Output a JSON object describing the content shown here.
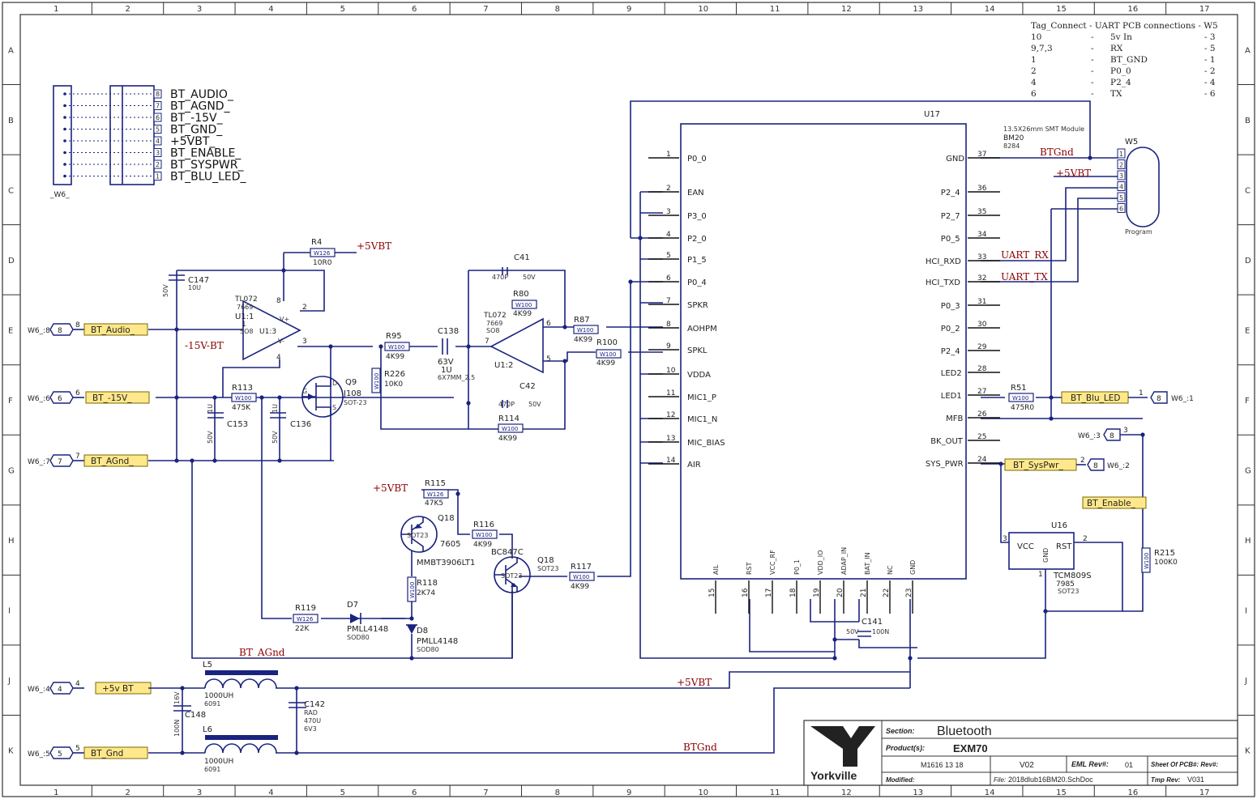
{
  "border": {
    "columns": [
      "1",
      "2",
      "3",
      "4",
      "5",
      "6",
      "7",
      "8",
      "9",
      "10",
      "11",
      "12",
      "13",
      "14",
      "15",
      "16",
      "17"
    ],
    "rows": [
      "A",
      "B",
      "C",
      "D",
      "E",
      "F",
      "G",
      "H",
      "I",
      "J",
      "K"
    ]
  },
  "tag_connect": {
    "title": "Tag_Connect - UART PCB connections - W5",
    "rows": [
      {
        "a": "10",
        "b": "-",
        "c": "5v In",
        "d": "- 3"
      },
      {
        "a": "9,7,3",
        "b": "-",
        "c": "RX",
        "d": "- 5"
      },
      {
        "a": "1",
        "b": "-",
        "c": "BT_GND",
        "d": "- 1"
      },
      {
        "a": "2",
        "b": "-",
        "c": "P0_0",
        "d": "- 2"
      },
      {
        "a": "4",
        "b": "-",
        "c": "P2_4",
        "d": "- 4"
      },
      {
        "a": "6",
        "b": "-",
        "c": "TX",
        "d": "- 6"
      }
    ]
  },
  "header_w6": {
    "designator": "_W6_",
    "pins": [
      "8",
      "7",
      "6",
      "5",
      "4",
      "3",
      "2",
      "1"
    ],
    "nets": [
      "BT_AUDIO_",
      "BT_AGND_",
      "BT_-15V_",
      "BT_GND_",
      "+5VBT_",
      "BT_ENABLE_",
      "BT_SYSPWR_",
      "BT_BLU_LED_"
    ]
  },
  "ports": [
    {
      "ref": "W6_:8",
      "pin": "8",
      "net": "BT_Audio_"
    },
    {
      "ref": "W6_:6",
      "pin": "6",
      "net": "BT_-15V_"
    },
    {
      "ref": "W6_:7",
      "pin": "7",
      "net": "BT_AGnd_"
    },
    {
      "ref": "W6_:4",
      "pin": "4",
      "net": "+5v BT"
    },
    {
      "ref": "W6_:5",
      "pin": "5",
      "net": "BT_Gnd"
    }
  ],
  "right_ports": [
    {
      "net": "BT_Blu_LED",
      "pin": "1",
      "ref": "W6_:1"
    },
    {
      "net": "BT_SysPwr_",
      "pin": "2",
      "ref": "W6_:2"
    },
    {
      "net": "",
      "pin": "3",
      "ref": "W6_:3"
    },
    {
      "net": "BT_Enable_",
      "pin": "",
      "ref": ""
    }
  ],
  "net_labels": {
    "p5vbt": "+5VBT",
    "m15vbt": "-15V-BT",
    "btgnd": "BTGnd",
    "uart_rx": "UART_RX",
    "uart_tx": "UART_TX",
    "btagnd": "BT_AGnd",
    "btgnd_low": "BTGnd",
    "p5vbt_low": "+5VBT"
  },
  "u17": {
    "ref": "U17",
    "module_desc": "13.5X26mm SMT Module",
    "module_name": "BM20",
    "module_num": "8284",
    "left_pins": [
      {
        "n": "1",
        "name": "P0_0"
      },
      {
        "n": "2",
        "name": "EAN"
      },
      {
        "n": "3",
        "name": "P3_0"
      },
      {
        "n": "4",
        "name": "P2_0"
      },
      {
        "n": "5",
        "name": "P1_5"
      },
      {
        "n": "6",
        "name": "P0_4"
      },
      {
        "n": "7",
        "name": "SPKR"
      },
      {
        "n": "8",
        "name": "AOHPM"
      },
      {
        "n": "9",
        "name": "SPKL"
      },
      {
        "n": "10",
        "name": "VDDA"
      },
      {
        "n": "11",
        "name": "MIC1_P"
      },
      {
        "n": "12",
        "name": "MIC1_N"
      },
      {
        "n": "13",
        "name": "MIC_BIAS"
      },
      {
        "n": "14",
        "name": "AIR"
      }
    ],
    "right_pins": [
      {
        "n": "37",
        "name": "GND"
      },
      {
        "n": "36",
        "name": "P2_4"
      },
      {
        "n": "35",
        "name": "P2_7"
      },
      {
        "n": "34",
        "name": "P0_5"
      },
      {
        "n": "33",
        "name": "HCI_RXD"
      },
      {
        "n": "32",
        "name": "HCI_TXD"
      },
      {
        "n": "31",
        "name": "P0_3"
      },
      {
        "n": "30",
        "name": "P0_2"
      },
      {
        "n": "29",
        "name": "P2_4"
      },
      {
        "n": "28",
        "name": "LED2"
      },
      {
        "n": "27",
        "name": "LED1"
      },
      {
        "n": "26",
        "name": "MFB"
      },
      {
        "n": "25",
        "name": "BK_OUT"
      },
      {
        "n": "24",
        "name": "SYS_PWR"
      }
    ],
    "bottom_pins": [
      {
        "n": "15",
        "name": "AIL"
      },
      {
        "n": "16",
        "name": "RST"
      },
      {
        "n": "17",
        "name": "VCC_RF"
      },
      {
        "n": "18",
        "name": "P0_1"
      },
      {
        "n": "19",
        "name": "VDD_IO"
      },
      {
        "n": "20",
        "name": "ADAP_IN"
      },
      {
        "n": "21",
        "name": "BAT_IN"
      },
      {
        "n": "22",
        "name": "NC"
      },
      {
        "n": "23",
        "name": "GND"
      }
    ]
  },
  "w5": {
    "ref": "W5",
    "pins": [
      "1",
      "2",
      "3",
      "4",
      "5",
      "6"
    ],
    "name": "Program"
  },
  "components": {
    "r4": {
      "ref": "R4",
      "val": "10R0",
      "pkg": "W126"
    },
    "c147": {
      "ref": "C147",
      "v": "50V",
      "val": "10U"
    },
    "u1a": {
      "ref": "U1:1",
      "part": "TL072",
      "num": "7669",
      "label": "U1:3",
      "vp": "V+",
      "vm": "V-",
      "p1": "1",
      "p2": "2",
      "p3": "3",
      "p4": "4",
      "p8": "8",
      "sub": "SO8"
    },
    "r95": {
      "ref": "R95",
      "val": "4K99",
      "pkg": "W100"
    },
    "r226": {
      "ref": "R226",
      "val": "10K0",
      "pkg": "W100"
    },
    "c138": {
      "ref": "C138",
      "v": "63V",
      "val": "1U",
      "sub": "6X7MM_2.5"
    },
    "c41": {
      "ref": "C41",
      "val": "470P",
      "v": "50V"
    },
    "r80": {
      "ref": "R80",
      "val": "4K99",
      "pkg": "W100"
    },
    "u1b": {
      "ref": "U1:2",
      "part": "TL072",
      "num": "7669",
      "sub": "SO8",
      "p5": "5",
      "p6": "6",
      "p7": "7"
    },
    "r87": {
      "ref": "R87",
      "val": "4K99",
      "pkg": "W100"
    },
    "r100": {
      "ref": "R100",
      "val": "4K99",
      "pkg": "W100"
    },
    "c42": {
      "ref": "C42",
      "val": "470P",
      "v": "50V"
    },
    "r114": {
      "ref": "R114",
      "val": "4K99",
      "pkg": "W100"
    },
    "r113": {
      "ref": "R113",
      "val": "475K",
      "pkg": "W100"
    },
    "c153": {
      "ref": "C153",
      "v": "50V",
      "val": "1U"
    },
    "c136": {
      "ref": "C136",
      "v": "50V",
      "val": "1U"
    },
    "q9": {
      "ref": "Q9",
      "part": "J108",
      "pkg": "SOT-23",
      "d": "D",
      "g": "G",
      "s": "S"
    },
    "r115": {
      "ref": "R115",
      "val": "47K5",
      "pkg": "W126"
    },
    "q18a": {
      "ref": "Q18",
      "num": "7605",
      "part": "MMBT3906LT1",
      "pkg": "SOT23"
    },
    "r116": {
      "ref": "R116",
      "val": "4K99",
      "pkg": "W100"
    },
    "q18b": {
      "ref": "Q18",
      "part": "BC847C",
      "pkg": "SOT23"
    },
    "r117": {
      "ref": "R117",
      "val": "4K99",
      "pkg": "W100"
    },
    "r118": {
      "ref": "R118",
      "val": "2K74",
      "pkg": "W100"
    },
    "r119": {
      "ref": "R119",
      "val": "22K",
      "pkg": "W126"
    },
    "d7": {
      "ref": "D7",
      "part": "PMLL4148",
      "pkg": "SOD80"
    },
    "d8": {
      "ref": "D8",
      "part": "PMLL4148",
      "pkg": "SOD80"
    },
    "c141": {
      "ref": "C141",
      "v": "50V",
      "val": "100N"
    },
    "r51": {
      "ref": "R51",
      "val": "475R0",
      "pkg": "W100"
    },
    "u16": {
      "ref": "U16",
      "part": "TCM809S",
      "num": "7985",
      "pkg": "SOT23",
      "vcc": "VCC",
      "gnd": "GND",
      "rst": "RST",
      "p1": "1",
      "p2": "2",
      "p3": "3"
    },
    "r215": {
      "ref": "R215",
      "val": "100K0",
      "pkg": "W100"
    },
    "l5": {
      "ref": "L5",
      "val": "1000UH",
      "num": "6091"
    },
    "l6": {
      "ref": "L6",
      "val": "1000UH",
      "num": "6091"
    },
    "c148": {
      "ref": "C148",
      "v": "16V",
      "val": "100N"
    },
    "c142": {
      "ref": "C142",
      "v": "RAD",
      "val": "470U",
      "vv": "6V3"
    }
  },
  "title_block": {
    "section_label": "Section:",
    "section": "Bluetooth",
    "products_label": "Product(s):",
    "product": "EXM70",
    "code": "M1616 13 18",
    "ver": "V02",
    "eml_label": "EML Rev#:",
    "eml": "01",
    "sheet_label": "Sheet Of PCB#: Rev#:",
    "modified_label": "Modified:",
    "file_label": "File:",
    "file": "2018dlub16BM20.SchDoc",
    "tmp_label": "Tmp Rev:",
    "tmp": "V031",
    "logo": "Yorkville"
  }
}
